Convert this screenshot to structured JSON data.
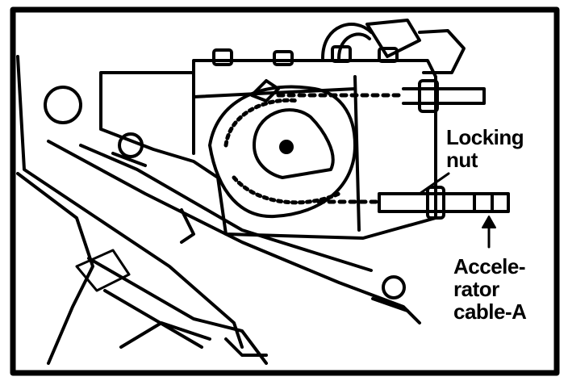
{
  "figure": {
    "colors": {
      "ink": "#000000",
      "paper": "#ffffff"
    }
  },
  "labels": {
    "locking_nut": {
      "line1": "Locking",
      "line2": "nut"
    },
    "accelerator_cable": {
      "line1": "Accele-",
      "line2": "rator",
      "line3": "cable-A"
    }
  }
}
